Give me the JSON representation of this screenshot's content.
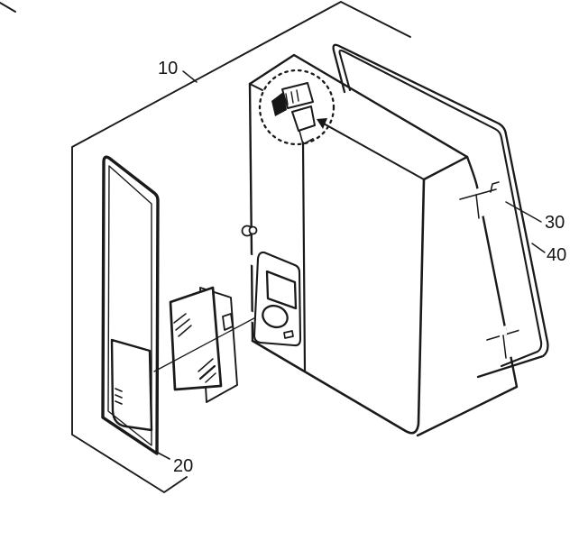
{
  "figure": {
    "kind": "exploded-parts-line-drawing",
    "labels": {
      "l10": "10",
      "l20": "20",
      "l30": "30",
      "l40": "40"
    },
    "colors": {
      "line": "#1a1a1a",
      "background": "#ffffff",
      "detail_fill": "#161616"
    }
  }
}
